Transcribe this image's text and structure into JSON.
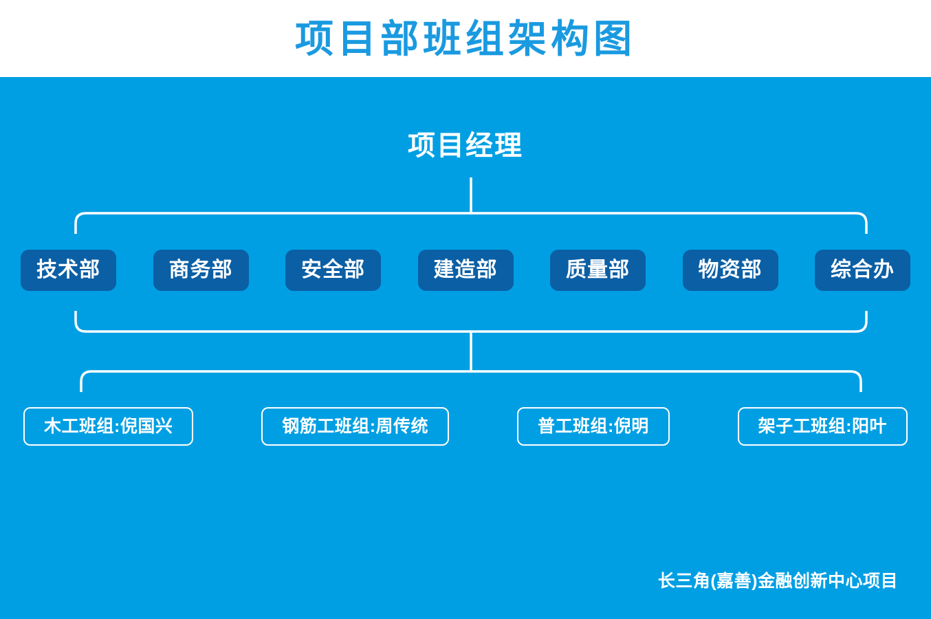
{
  "header": {
    "title": "项目部班组架构图",
    "title_color": "#1A9AE0"
  },
  "theme": {
    "panel_background": "#009FE3",
    "department_box_fill": "#0B5FA5",
    "text_color": "#FFFFFF",
    "connector_color": "#FFFFFF"
  },
  "org": {
    "root": {
      "label": "项目经理"
    },
    "departments": [
      {
        "label": "技术部"
      },
      {
        "label": "商务部"
      },
      {
        "label": "安全部"
      },
      {
        "label": "建造部"
      },
      {
        "label": "质量部"
      },
      {
        "label": "物资部"
      },
      {
        "label": "综合办"
      }
    ],
    "teams": [
      {
        "label": "木工班组:倪国兴"
      },
      {
        "label": "钢筋工班组:周传统"
      },
      {
        "label": "普工班组:倪明"
      },
      {
        "label": "架子工班组:阳叶"
      }
    ]
  },
  "footer": {
    "project_name": "长三角(嘉善)金融创新中心项目"
  }
}
